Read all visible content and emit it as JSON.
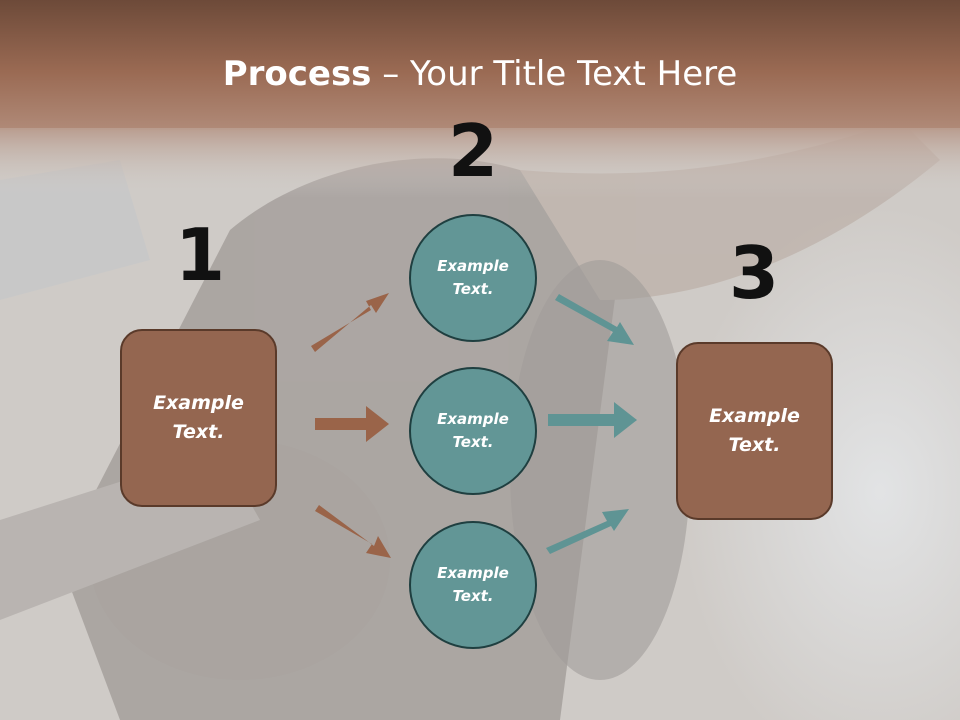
{
  "title": {
    "bold": "Process",
    "rest": " – Your Title Text Here"
  },
  "steps": [
    {
      "number": "1",
      "text": "Example Text."
    },
    {
      "number": "2",
      "text": "Example Text."
    },
    {
      "number": "3",
      "text": "Example Text."
    }
  ],
  "circles": [
    {
      "text": "Example Text."
    },
    {
      "text": "Example Text."
    },
    {
      "text": "Example Text."
    }
  ],
  "colors": {
    "box_fill": "#946650",
    "box_border": "#5a3a2a",
    "circle_fill": "#629696",
    "circle_border": "#1f3f40",
    "arrow_left": "#9a6449",
    "arrow_right": "#5f9494",
    "header_band": "#7d5442"
  }
}
